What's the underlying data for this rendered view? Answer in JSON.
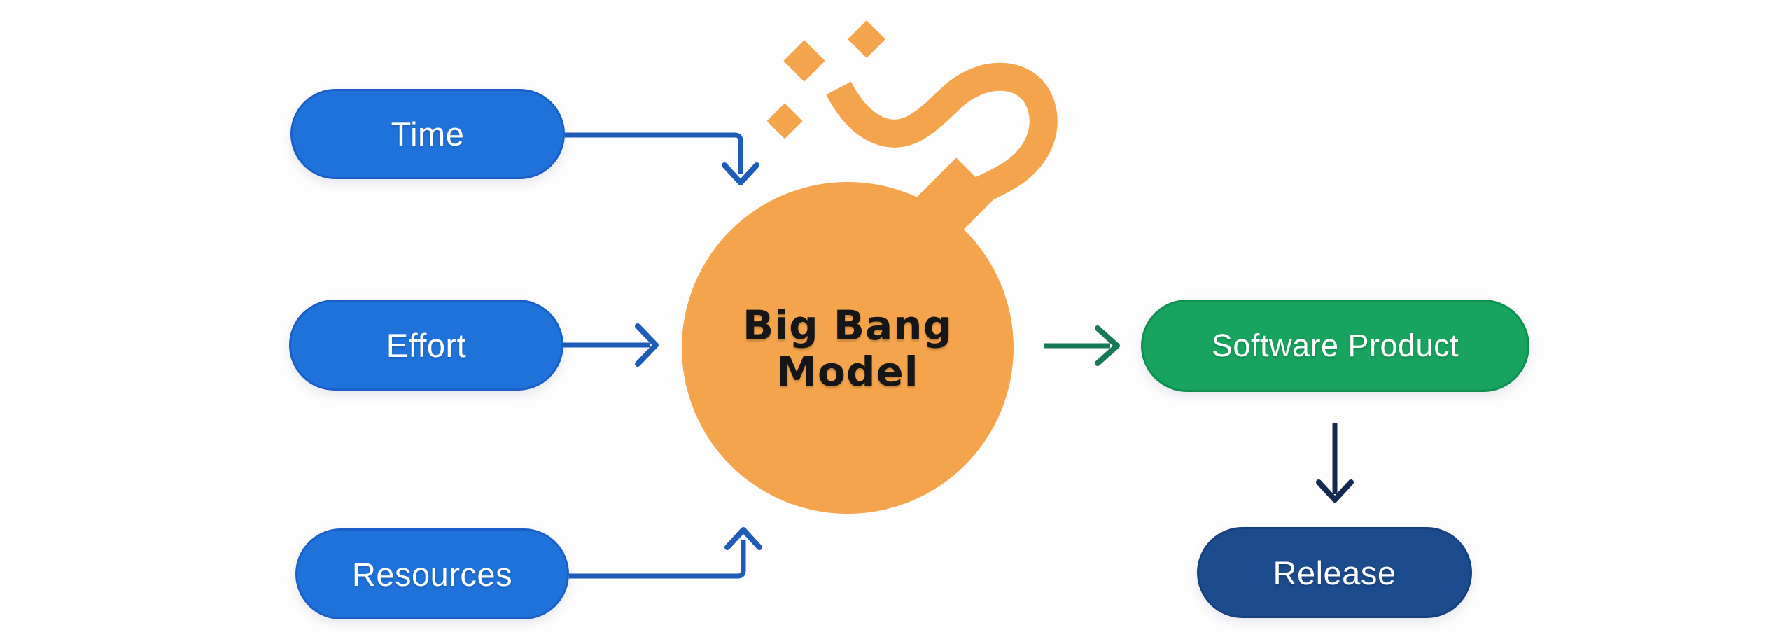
{
  "diagram": {
    "center": {
      "label": "Big Bang Model",
      "line1": "Big Bang",
      "line2": "Model"
    },
    "inputs": [
      {
        "label": "Time"
      },
      {
        "label": "Effort"
      },
      {
        "label": "Resources"
      }
    ],
    "output": {
      "label": "Software Product"
    },
    "release": {
      "label": "Release"
    },
    "icons": [
      {
        "name": "bomb-icon"
      },
      {
        "name": "spark-diamond-icon"
      }
    ],
    "colors": {
      "input_pill": "#1f72da",
      "input_pill_border": "#1a5fc8",
      "connector_blue": "#1e5cb8",
      "bomb_orange": "#f4a44c",
      "bomb_text": "#161616",
      "output_pill": "#18a35f",
      "output_pill_border": "#108f52",
      "connector_green": "#17795a",
      "release_pill": "#1c4b8e",
      "release_pill_border": "#16407e",
      "connector_navy": "#152a52",
      "background": "#fdfdfd",
      "pill_text": "#ffffff"
    }
  }
}
